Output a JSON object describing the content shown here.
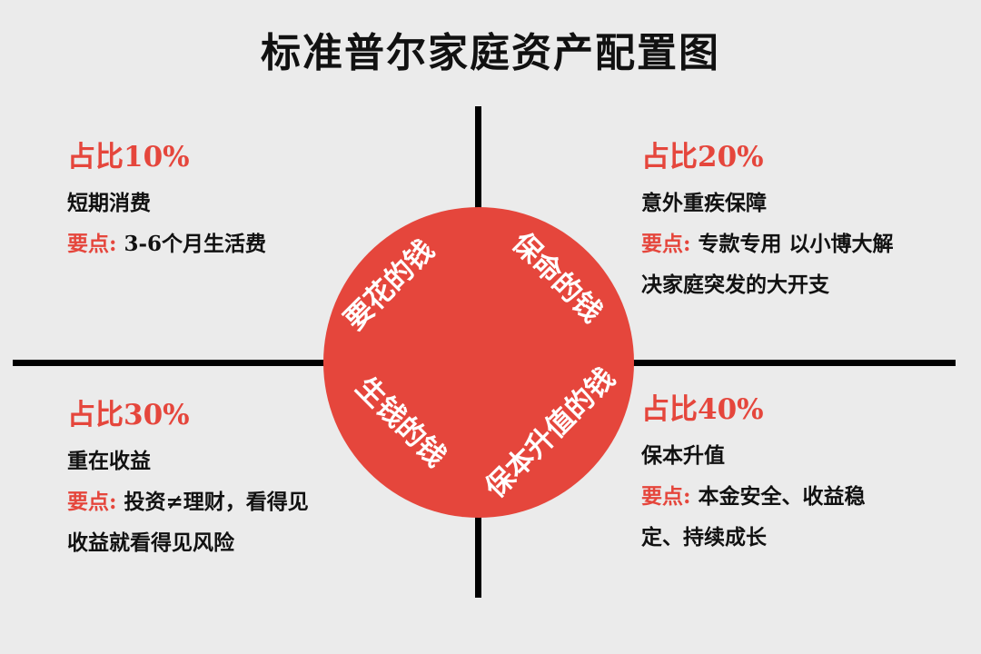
{
  "title": "标准普尔家庭资产配置图",
  "colors": {
    "accent": "#e5463c",
    "background": "#ebebeb",
    "text": "#111111"
  },
  "circle": {
    "labels": [
      "要花的钱",
      "保命的钱",
      "生钱的钱",
      "保本升值的钱"
    ]
  },
  "quadrants": {
    "q1": {
      "percent": "占比10%",
      "category": "短期消费",
      "key_label": "要点:",
      "key_text": " 3-6个月生活费"
    },
    "q2": {
      "percent": "占比20%",
      "category": "意外重疾保障",
      "key_label": "要点:",
      "key_text": " 专款专用 以小博大解",
      "extra": "决家庭突发的大开支"
    },
    "q3": {
      "percent": "占比30%",
      "category": "重在收益",
      "key_label": "要点:",
      "key_text": " 投资≠理财，看得见",
      "extra": "收益就看得见风险"
    },
    "q4": {
      "percent": "占比40%",
      "category": "保本升值",
      "key_label": "要点:",
      "key_text": " 本金安全、收益稳",
      "extra": "定、持续成长"
    }
  }
}
